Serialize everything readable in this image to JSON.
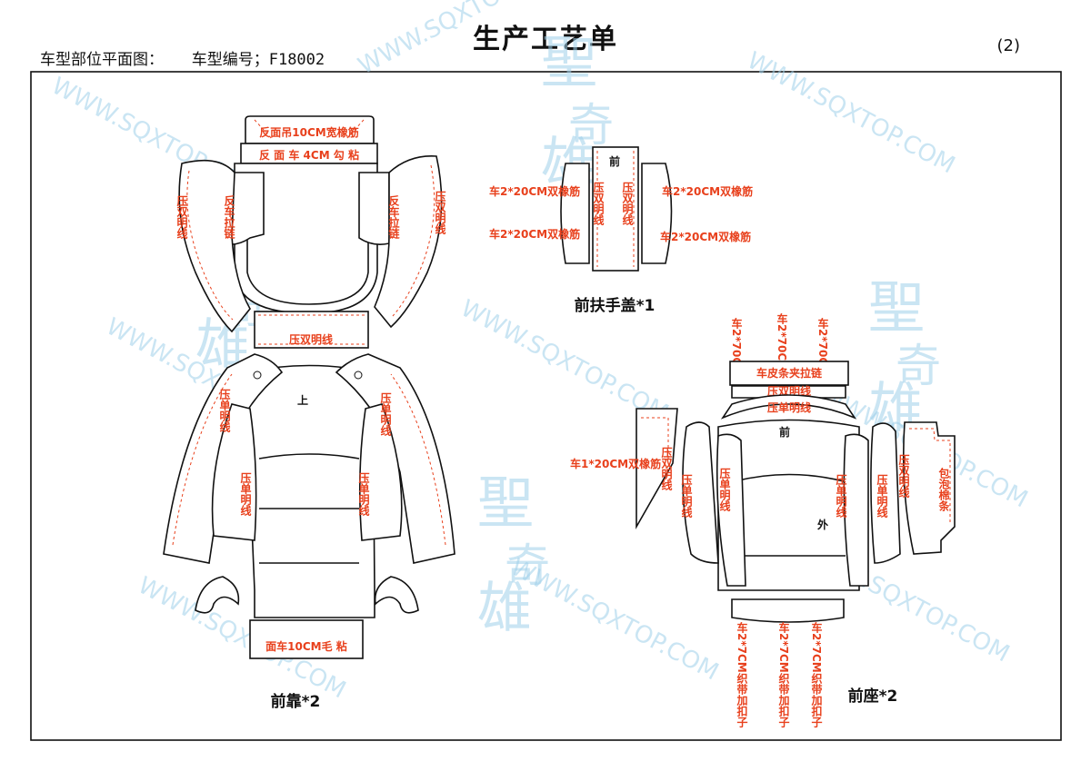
{
  "header": {
    "title": "生产工艺单",
    "subtitle_label": "车型部位平面图：",
    "model_label": "车型编号；F18002",
    "page_no": "(2)"
  },
  "watermark": {
    "url_text": "WWW.SQXTOP.COM",
    "logo_chars": [
      "聖",
      "奇",
      "雄"
    ]
  },
  "labels": {
    "backrest_top": "反面吊10CM宽橡筋",
    "backrest_top2": "反 面 车 4CM  勾  粘",
    "press_double": "压双明线",
    "reverse_zip": "反车拉链",
    "press_single": "压单明线",
    "up": "上",
    "bottom_velcro": "面车10CM毛 粘",
    "armrest_front": "前",
    "elastic_2x20": "车2*20CM双橡筋",
    "seat_tape": "车2*70CM织带",
    "seat_leather_zip": "车皮条夹拉链",
    "front": "前",
    "outer": "外",
    "elastic_1x20": "车1*20CM双橡筋",
    "wrap_foam": "包泡棉条",
    "tape_buckle": "车2*7CM织带加扣子"
  },
  "captions": {
    "backrest": "前靠*2",
    "armrest": "前扶手盖*1",
    "seat": "前座*2"
  }
}
